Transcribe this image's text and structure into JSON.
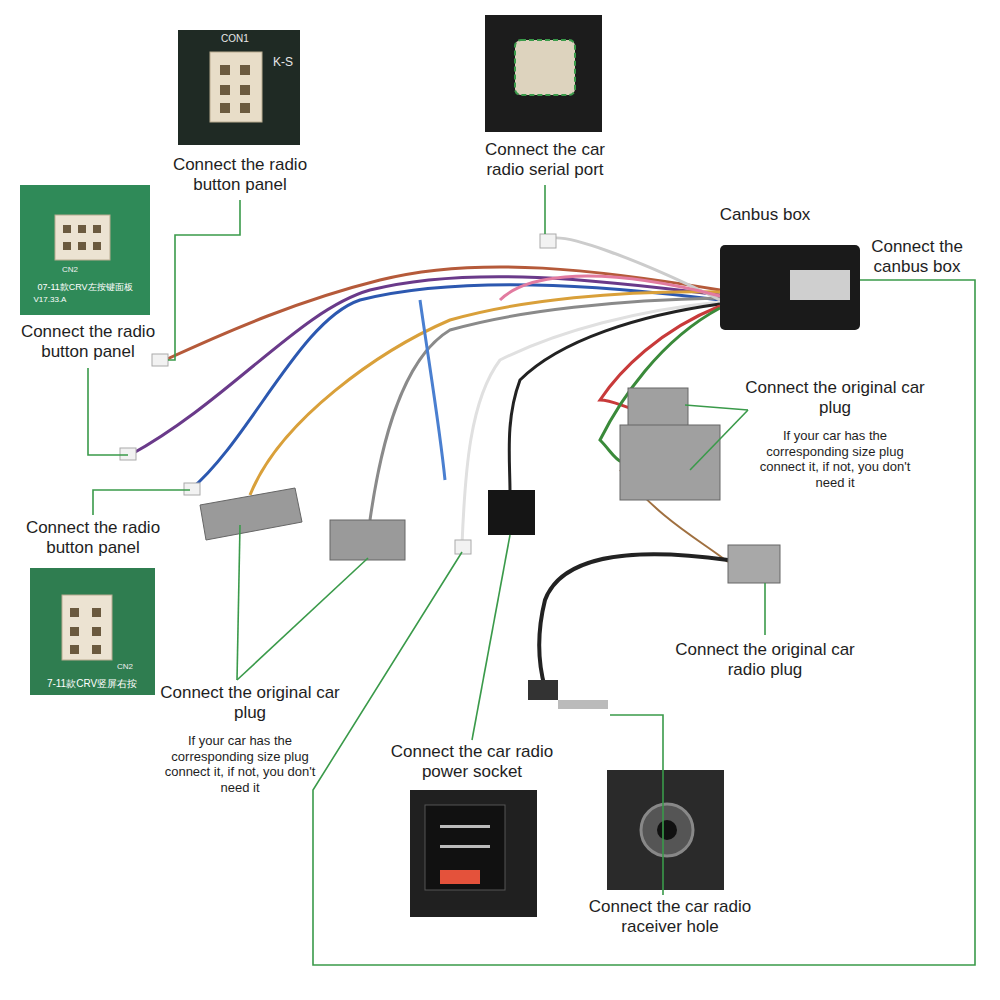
{
  "diagram": {
    "labels": [
      "Connect the radio button panel",
      "Connect the radio button panel",
      "Connect the radio button panel",
      "Connect the car radio serial port",
      "Canbus box",
      "Connect the canbus box",
      "Connect the original car plug",
      "If your car has the corresponding size plug connect it, if not, you don't need it",
      "Connect the original car radio plug",
      "Connect the original car plug",
      "If your car has the corresponding size plug connect it, if not, you don't need it",
      "Connect the car radio power socket",
      "Connect the car radio raceiver hole",
      "CON1",
      "K-S",
      "CN2",
      "07-11款CRV左按键面板",
      "V17.33.A",
      "CN2",
      "7-11款CRV竖屏右按"
    ]
  }
}
